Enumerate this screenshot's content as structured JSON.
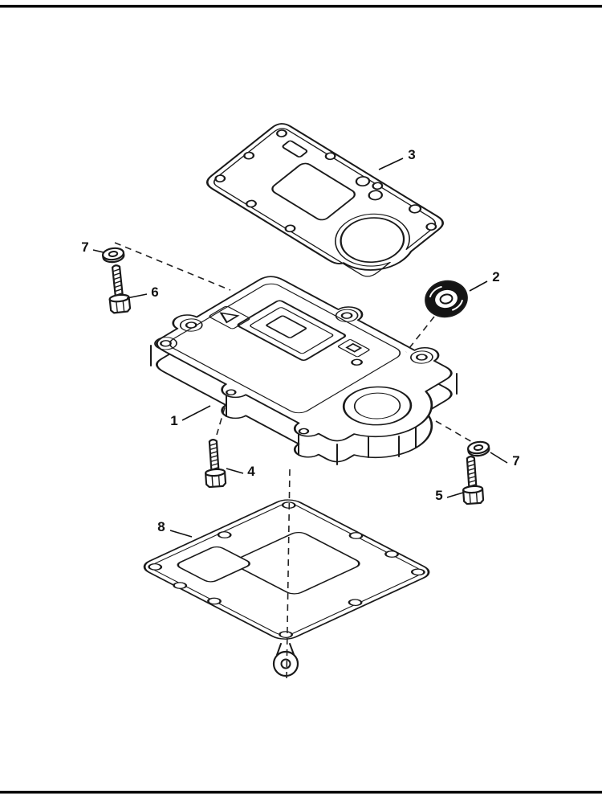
{
  "figure": {
    "background": "#ffffff",
    "line_color": "#1a1a1a",
    "seal_fill": "#141414",
    "callouts": {
      "part1": "1",
      "part2": "2",
      "part3": "3",
      "part4": "4",
      "part5": "5",
      "part6": "6",
      "part7_left": "7",
      "part7_right": "7",
      "part8": "8"
    }
  }
}
